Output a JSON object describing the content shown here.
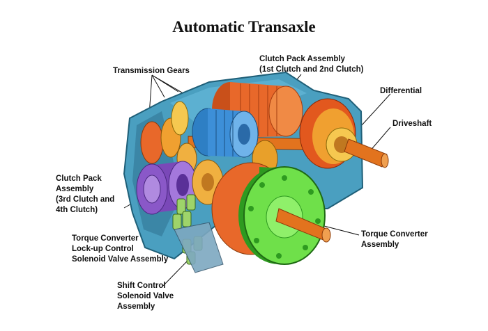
{
  "title": "Automatic Transaxle",
  "labels": {
    "transmission_gears": [
      "Transmission Gears"
    ],
    "clutch_pack_12": [
      "Clutch Pack Assembly",
      "(1st Clutch and 2nd Clutch)"
    ],
    "differential": [
      "Differential"
    ],
    "driveshaft": [
      "Driveshaft"
    ],
    "clutch_pack_34": [
      "Clutch Pack",
      "Assembly",
      "(3rd Clutch and",
      "4th Clutch)"
    ],
    "torque_converter": [
      "Torque Converter",
      "Assembly"
    ],
    "lockup_solenoid": [
      "Torque Converter",
      "Lock-up Control",
      "Solenoid Valve Assembly"
    ],
    "shift_solenoid": [
      "Shift Control",
      "Solenoid Valve",
      "Assembly"
    ]
  },
  "colors": {
    "housing": "#4a9fc0",
    "housing_dark": "#1f5f78",
    "clutch_orange": "#e8682a",
    "gear_blue": "#3d8fd8",
    "converter_green": "#6fe04a",
    "converter_dark": "#2e9a20",
    "purple_clutch": "#8a58c8",
    "differential_gold": "#e8a02a",
    "shaft_orange": "#e2731e",
    "solenoid_green": "#9ed46a"
  }
}
